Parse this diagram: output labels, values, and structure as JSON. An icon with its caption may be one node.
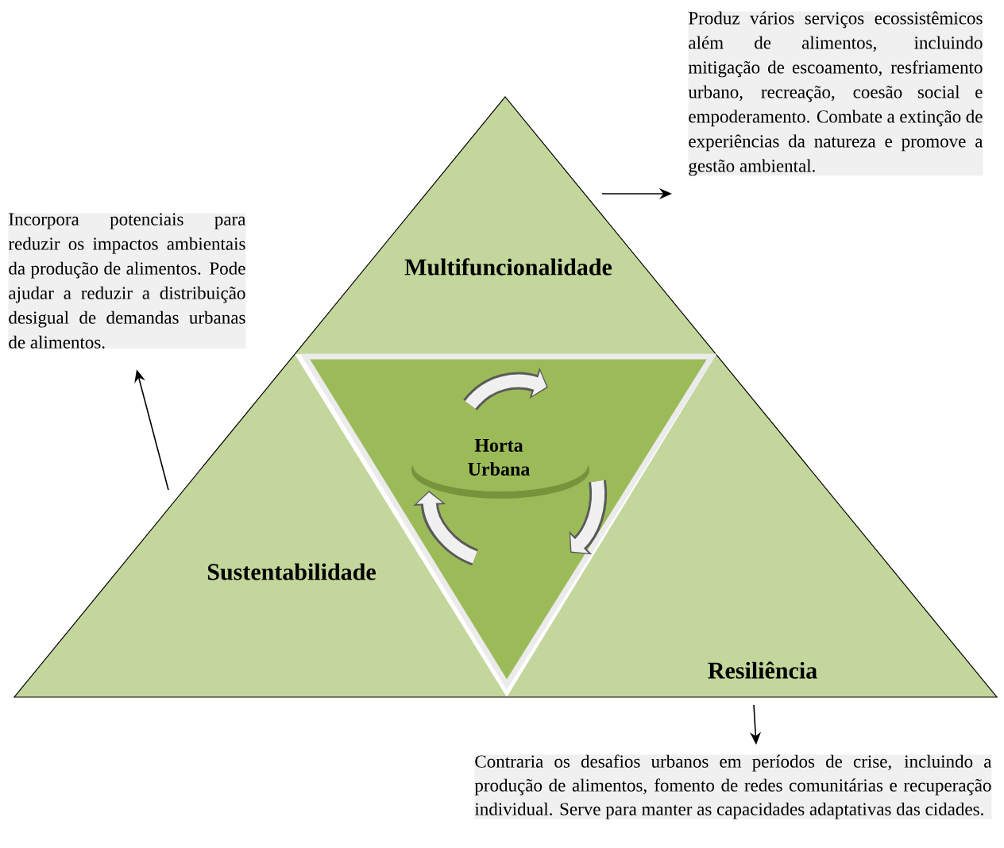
{
  "diagram": {
    "nodes": [
      {
        "text": [
          "Multifuncionalidade"
        ]
      },
      {
        "text": [
          "Sustentabilidade"
        ]
      },
      {
        "text": [
          "Resiliência"
        ]
      },
      {
        "text": [
          "Horta Urbana"
        ]
      },
      {
        "text": [
          "Produz vários serviços ecossistêmicos além de alimentos, incluindo mitigação de escoamento, resfriamento urbano, recreação, coesão social e empoderamento. Combate a extinção de experiências da natureza e promove a gestão ambiental."
        ]
      },
      {
        "text": [
          "Incorpora potenciais para reduzir os impactos ambientais da produção de alimentos. Pode ajudar a reduzir a distribuição desigual de demandas urbanas de alimentos."
        ]
      },
      {
        "text": [
          "Contraria os desafios urbanos em períodos de crise, incluindo a produção de alimentos, fomento de redes comunitárias e recuperação individual. Serve para manter as capacidades adaptativas das cidades."
        ]
      }
    ],
    "edges": [
      {
        "from": 0,
        "to": 4,
        "arrow": "to"
      },
      {
        "from": 1,
        "to": 5,
        "arrow": "to"
      },
      {
        "from": 2,
        "to": 6,
        "arrow": "to"
      }
    ]
  }
}
